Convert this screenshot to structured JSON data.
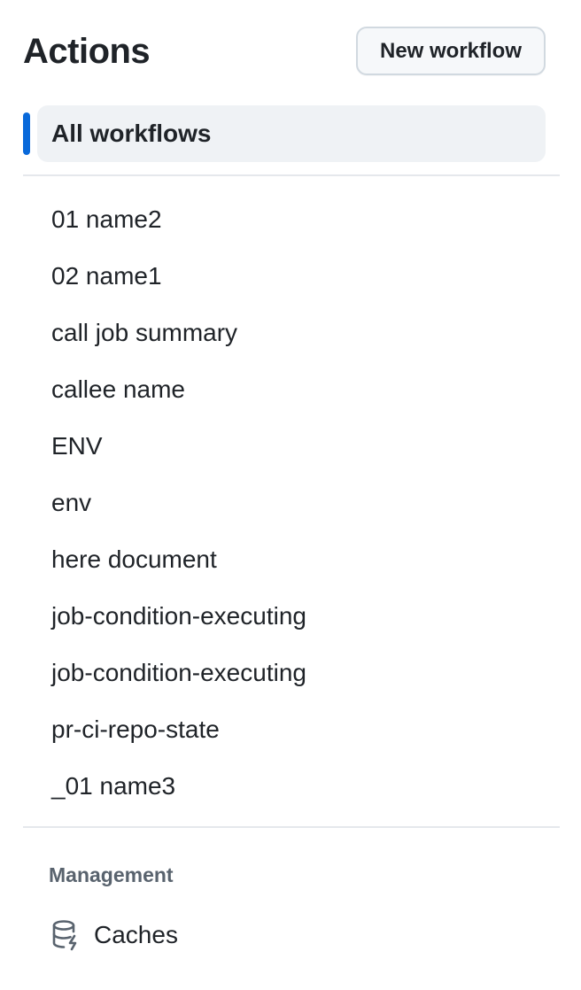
{
  "header": {
    "title": "Actions",
    "new_workflow_label": "New workflow"
  },
  "selected": {
    "label": "All workflows",
    "accent_color": "#0969da"
  },
  "workflows": [
    "01 name2",
    "02 name1",
    "call job summary",
    "callee name",
    "ENV",
    "env",
    "here document",
    "job-condition-executing",
    "job-condition-executing",
    "pr-ci-repo-state",
    "_01 name3"
  ],
  "management": {
    "heading": "Management",
    "items": [
      {
        "label": "Caches",
        "icon": "database-icon"
      }
    ]
  }
}
